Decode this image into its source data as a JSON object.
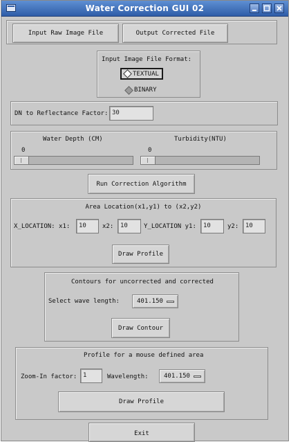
{
  "window": {
    "title": "Water Correction GUI 02"
  },
  "toolbar": {
    "input_label": "Input Raw Image File",
    "output_label": "Output Corrected File"
  },
  "format": {
    "title": "Input Image File Format:",
    "options": [
      {
        "label": "TEXTUAL",
        "selected": true
      },
      {
        "label": "BINARY",
        "selected": false
      }
    ]
  },
  "reflectance": {
    "label": "DN to Reflectance Factor:",
    "value": "30"
  },
  "sliders": {
    "water_depth": {
      "label": "Water Depth (CM)",
      "value": "0"
    },
    "turbidity": {
      "label": "Turbidity(NTU)",
      "value": "0"
    }
  },
  "run_label": "Run Correction Algorithm",
  "area": {
    "title": "Area Location(x1,y1) to (x2,y2)",
    "x_label": "X_LOCATION: x1:",
    "x1": "10",
    "x2_label": "x2:",
    "x2": "10",
    "y_label": "Y_LOCATION y1:",
    "y1": "10",
    "y2_label": "y2:",
    "y2": "10",
    "draw_label": "Draw Profile"
  },
  "contours": {
    "title": "Contours for uncorrected and corrected",
    "wave_label": "Select wave length:",
    "wave_value": "401.150",
    "draw_label": "Draw Contour"
  },
  "mouse_profile": {
    "title": "Profile for a mouse defined area",
    "zoom_label": "Zoom-In factor:",
    "zoom_value": "1",
    "wave_label": "Wavelength:",
    "wave_value": "401.150",
    "draw_label": "Draw Profile"
  },
  "exit_label": "Exit",
  "colors": {
    "titlebar": "#3a6ab8",
    "window_bg": "#c9c9c9",
    "button_bg": "#d6d6d6"
  }
}
